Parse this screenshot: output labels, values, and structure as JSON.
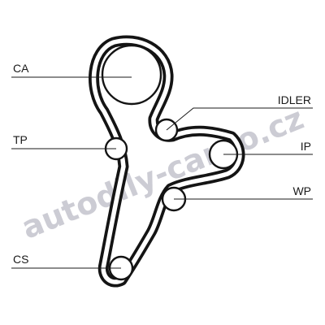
{
  "labels": {
    "ca": "CA",
    "idler": "IDLER",
    "tp": "TP",
    "ip": "IP",
    "wp": "WP",
    "cs": "CS"
  },
  "watermark": "autodily-cardo.cz",
  "colors": {
    "belt": "#141414",
    "line": "#1a1a1a",
    "watermark": "#6f6f85"
  }
}
